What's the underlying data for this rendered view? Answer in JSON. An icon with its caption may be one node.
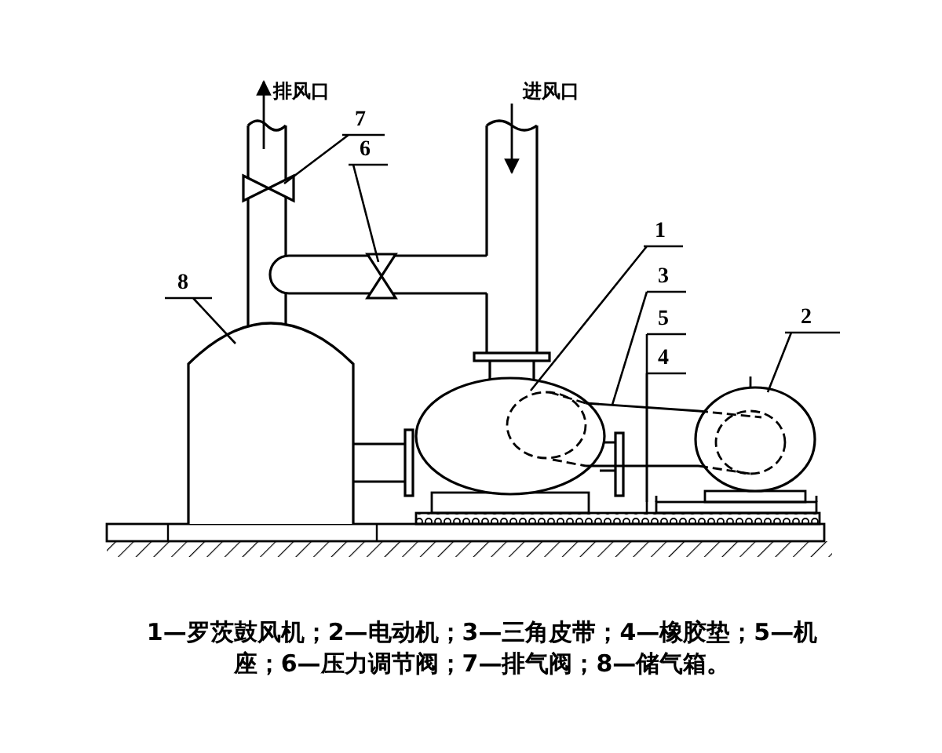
{
  "diagram": {
    "caption": "1—罗茨鼓风机；2—电动机；3—三角皮带；4—橡胶垫；5—机座；6—压力调节阀；7—排气阀；8—储气箱。",
    "nodes": [
      {
        "text": [
          "7"
        ]
      },
      {
        "text": [
          "6"
        ]
      },
      {
        "text": [
          "8"
        ]
      },
      {
        "text": [
          "1"
        ]
      },
      {
        "text": [
          "3"
        ]
      },
      {
        "text": [
          "5"
        ]
      },
      {
        "text": [
          "4"
        ]
      },
      {
        "text": [
          "2"
        ]
      },
      {
        "text": [],
        "shape": "valve"
      },
      {
        "text": [],
        "shape": "valve"
      },
      {
        "text": [],
        "shape": "cylinder"
      },
      {
        "text": [],
        "shape": "ellipse"
      },
      {
        "text": [],
        "shape": "belt"
      },
      {
        "text": [],
        "shape": "bar"
      },
      {
        "text": [],
        "shape": "bar"
      },
      {
        "text": [],
        "shape": "ellipse"
      }
    ],
    "edges": [
      {
        "from": 0,
        "to": 8,
        "arrow": "none"
      },
      {
        "from": 1,
        "to": 9,
        "arrow": "none"
      },
      {
        "from": 2,
        "to": 10,
        "arrow": "none"
      },
      {
        "from": 3,
        "to": 11,
        "arrow": "none"
      },
      {
        "from": 4,
        "to": 12,
        "arrow": "none"
      },
      {
        "from": 5,
        "to": 13,
        "arrow": "none"
      },
      {
        "from": 6,
        "to": 14,
        "arrow": "none"
      },
      {
        "from": 7,
        "to": 15,
        "arrow": "none"
      }
    ],
    "labels": [
      "排风口",
      "进风口"
    ]
  }
}
